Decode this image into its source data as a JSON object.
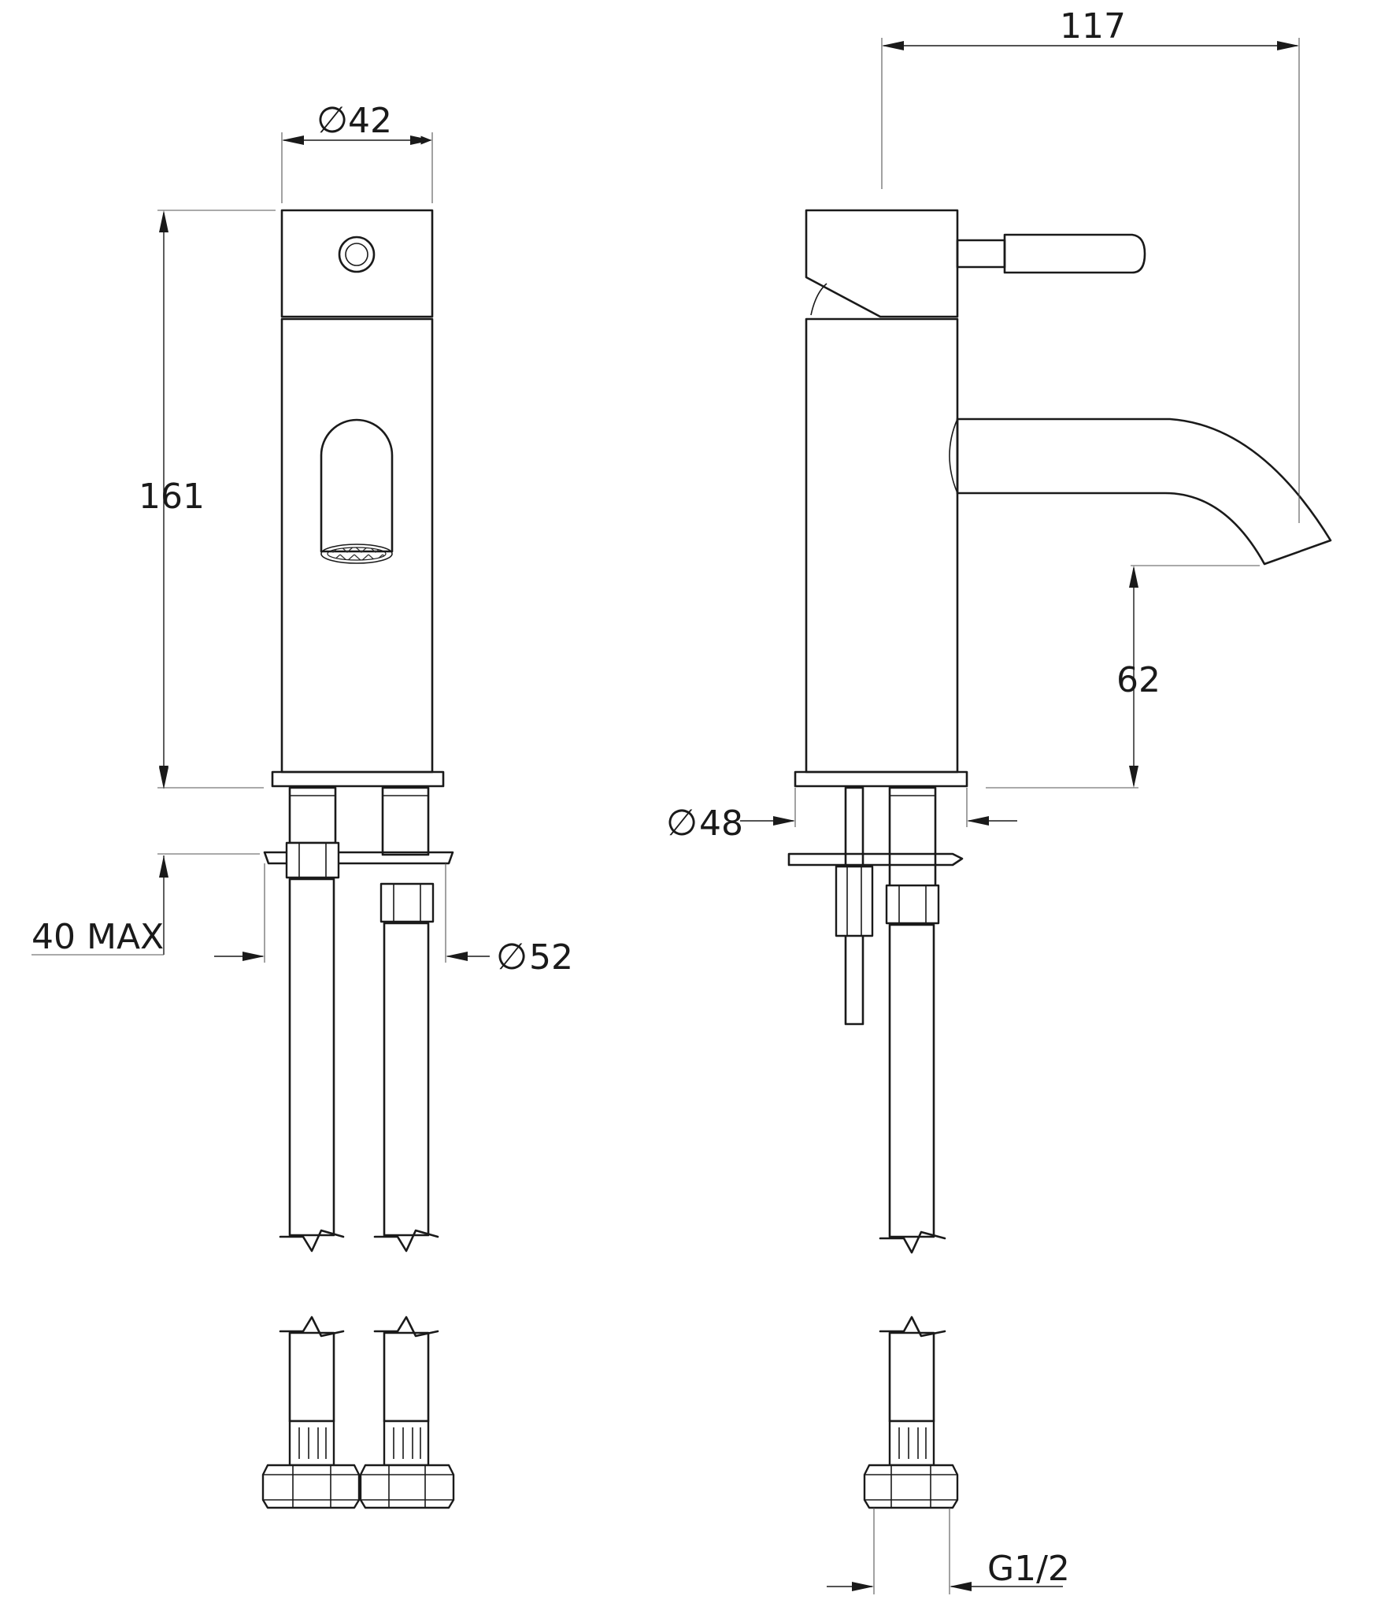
{
  "dimensions": {
    "diameter_top": "42",
    "overall_reach": "117",
    "overall_height": "161",
    "spout_height": "62",
    "deck_max": "40 MAX",
    "diameter_base_front": "52",
    "diameter_base_side": "48",
    "thread": "G1/2"
  },
  "symbols": {
    "diameter": "∅"
  }
}
